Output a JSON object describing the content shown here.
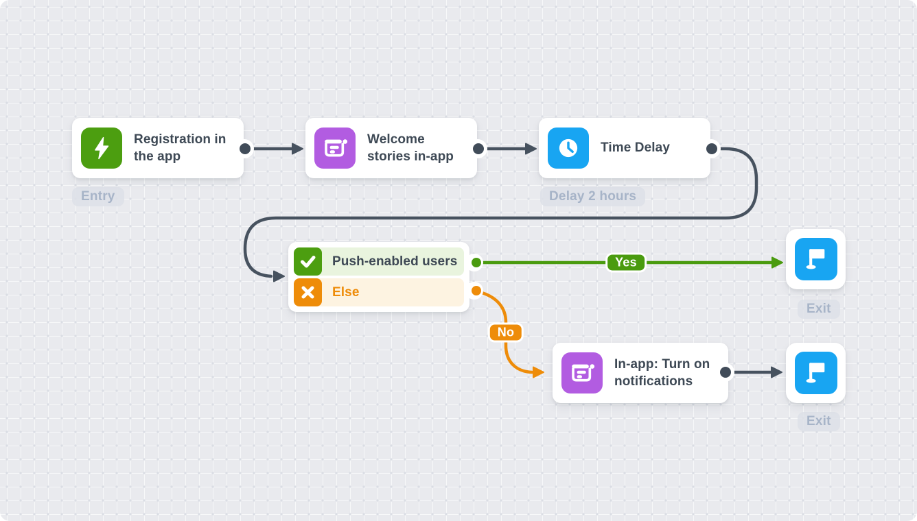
{
  "flow": {
    "nodes": {
      "registration": {
        "title": "Registration in the app",
        "badge": "Entry",
        "icon": "lightning-icon",
        "color": "#4c9e10"
      },
      "welcome_stories": {
        "title": "Welcome stories in-app",
        "icon": "in-app-message-icon",
        "color": "#b25ce1"
      },
      "time_delay": {
        "title": "Time Delay",
        "badge": "Delay 2 hours",
        "icon": "clock-icon",
        "color": "#18a5f2"
      },
      "condition": {
        "branches": [
          {
            "label": "Push-enabled users",
            "icon": "check-icon",
            "color": "#4c9e10"
          },
          {
            "label": "Else",
            "icon": "cross-icon",
            "color": "#ee8c09"
          }
        ]
      },
      "exit_top": {
        "badge": "Exit",
        "icon": "flag-icon",
        "color": "#18a5f2"
      },
      "inapp_notifications": {
        "title": "In-app: Turn on notifications",
        "icon": "in-app-message-icon",
        "color": "#b25ce1"
      },
      "exit_bottom": {
        "badge": "Exit",
        "icon": "flag-icon",
        "color": "#18a5f2"
      }
    },
    "connector_labels": {
      "yes": "Yes",
      "no": "No"
    },
    "colors": {
      "canvas_bg": "#e9eaee",
      "card_bg": "#ffffff",
      "connector_dark": "#47525f",
      "green": "#4c9e10",
      "light_green_row": "#e9f4de",
      "orange": "#ee8c09",
      "light_orange_row": "#fdf3e1",
      "blue": "#18a5f2",
      "purple": "#b25ce1",
      "title_text": "#3e4955",
      "muted_label_text": "#a7b4c8",
      "muted_badge_bg": "#dde1e7"
    }
  }
}
